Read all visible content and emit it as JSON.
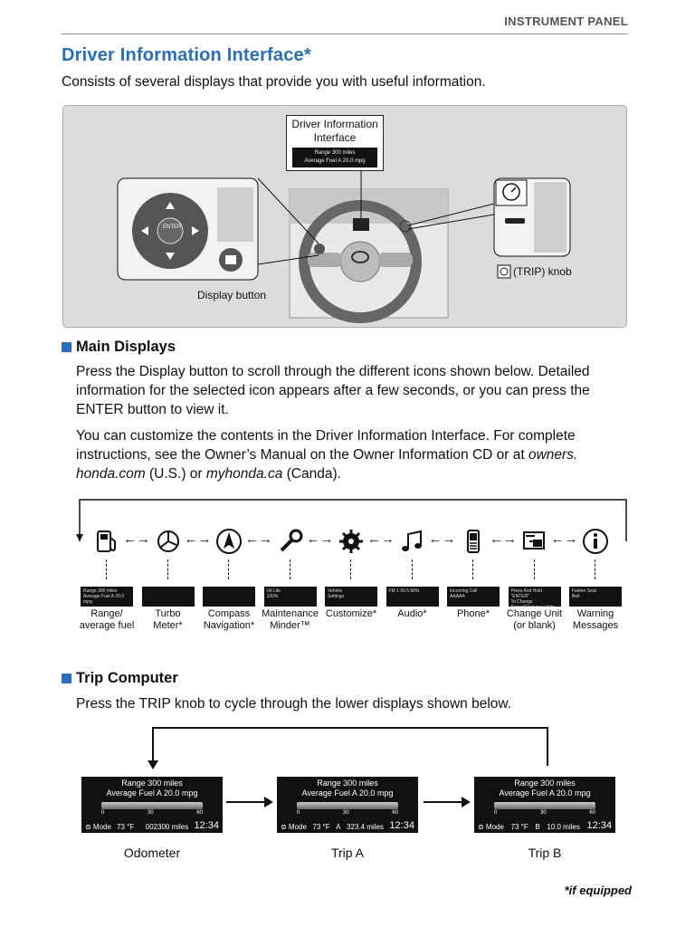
{
  "header": {
    "section_label": "INSTRUMENT PANEL"
  },
  "title": "Driver Information Interface*",
  "intro": "Consists of several displays that provide you with useful information.",
  "figure": {
    "callout_dii": "Driver Information Interface",
    "mini_screen": {
      "range_label": "Range",
      "range_value": "300",
      "range_unit": "miles",
      "fuel_label": "Average Fuel A",
      "fuel_value": "20.0",
      "fuel_unit": "mpg"
    },
    "enter_label": "ENTER",
    "display_button_label": "Display button",
    "trip_knob_label": "(TRIP) knob"
  },
  "main_displays": {
    "heading": "Main Displays",
    "para1": "Press the Display button to scroll through the different icons shown below. Detailed information for the selected icon appears after a few seconds, or you can press the ENTER button to view it.",
    "para2_prefix": "You can customize the contents in the Driver Information Interface. For complete instructions, see the Owner’s Manual on the Owner Information CD or at ",
    "link1": "owners. honda.com",
    "middle": " (U.S.) or ",
    "link2": "myhonda.ca",
    "suffix": " (Canda).",
    "items": [
      {
        "icon": "fuel-pump-icon",
        "tile_l1": "Range 300 miles",
        "tile_l2": "Average Fuel A 20.0 mpg",
        "caption1": "Range/",
        "caption2": "average fuel",
        "sup": ""
      },
      {
        "icon": "turbo-icon",
        "tile_l1": "",
        "tile_l2": "",
        "caption1": "Turbo",
        "caption2": "Meter",
        "sup": "*"
      },
      {
        "icon": "compass-icon",
        "tile_l1": "",
        "tile_l2": "",
        "caption1": "Compass",
        "caption2": "Navigation",
        "sup": "*"
      },
      {
        "icon": "wrench-icon",
        "tile_l1": "Oil Life",
        "tile_l2": "100%",
        "caption1": "Maintenance",
        "caption2": "Minder™",
        "sup": ""
      },
      {
        "icon": "gear-icon",
        "tile_l1": "Vehicle",
        "tile_l2": "Settings",
        "caption1": "Customize",
        "caption2": "",
        "sup": "*"
      },
      {
        "icon": "music-note-icon",
        "tile_l1": "FM 1 99.5 MHz",
        "tile_l2": "",
        "caption1": "Audio",
        "caption2": "",
        "sup": "*"
      },
      {
        "icon": "phone-icon",
        "tile_l1": "Incoming Call",
        "tile_l2": "AAAAA",
        "caption1": "Phone",
        "caption2": "",
        "sup": "*"
      },
      {
        "icon": "change-unit-icon",
        "tile_l1": "Press And Hold \"ENTER\"",
        "tile_l2": "To Change Speed/Distance Units",
        "caption1": "Change Unit",
        "caption2": "(or blank)",
        "sup": ""
      },
      {
        "icon": "warning-info-icon",
        "tile_l1": "Fasten Seat",
        "tile_l2": "Belt",
        "caption1": "Warning",
        "caption2": "Messages",
        "sup": ""
      }
    ]
  },
  "trip_computer": {
    "heading": "Trip Computer",
    "para": "Press the TRIP knob to cycle through the lower displays shown below.",
    "screens": [
      {
        "caption": "Odometer",
        "range_label": "Range",
        "range_value": "300",
        "range_unit": "miles",
        "fuel_label": "Average Fuel A",
        "fuel_value": "20.0",
        "fuel_unit": "mpg",
        "tick0": "0",
        "tick1": "30",
        "tick2": "60",
        "mode": "Mode",
        "temp": "73",
        "temp_unit": "°F",
        "trip_label": "",
        "reading": "002300",
        "reading_unit": "miles",
        "clock": "12:34"
      },
      {
        "caption": "Trip A",
        "range_label": "Range",
        "range_value": "300",
        "range_unit": "miles",
        "fuel_label": "Average Fuel A",
        "fuel_value": "20.0",
        "fuel_unit": "mpg",
        "tick0": "0",
        "tick1": "30",
        "tick2": "60",
        "mode": "Mode",
        "temp": "73",
        "temp_unit": "°F",
        "trip_label": "A",
        "reading": "323.4",
        "reading_unit": "miles",
        "clock": "12:34"
      },
      {
        "caption": "Trip B",
        "range_label": "Range",
        "range_value": "300",
        "range_unit": "miles",
        "fuel_label": "Average Fuel A",
        "fuel_value": "20.0",
        "fuel_unit": "mpg",
        "tick0": "0",
        "tick1": "30",
        "tick2": "60",
        "mode": "Mode",
        "temp": "73",
        "temp_unit": "°F",
        "trip_label": "B",
        "reading": "10.0",
        "reading_unit": "miles",
        "clock": "12:34"
      }
    ]
  },
  "footnote": "*if equipped",
  "colors": {
    "accent": "#2a6ebb",
    "figure_bg": "#dcdcdc",
    "screen_bg": "#111111"
  }
}
